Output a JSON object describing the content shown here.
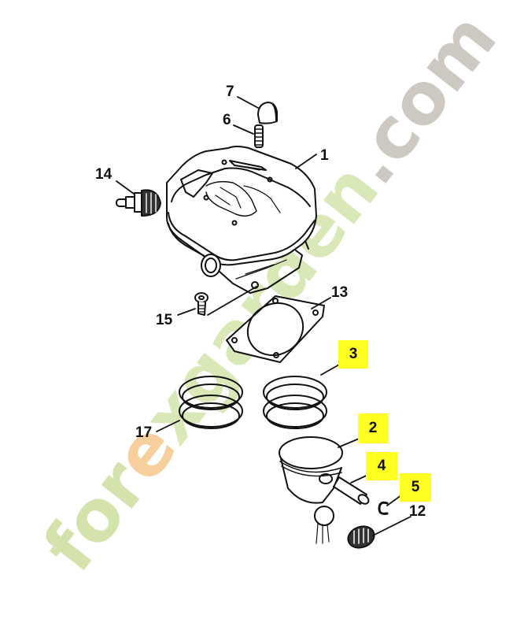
{
  "diagram": {
    "type": "exploded-parts-diagram",
    "subject": "chainsaw cylinder and piston assembly",
    "callouts": [
      {
        "id": "1",
        "part": "cylinder",
        "highlighted": false
      },
      {
        "id": "2",
        "part": "piston",
        "highlighted": true
      },
      {
        "id": "3",
        "part": "piston ring",
        "highlighted": true
      },
      {
        "id": "4",
        "part": "piston pin",
        "highlighted": true
      },
      {
        "id": "5",
        "part": "circlip",
        "highlighted": true
      },
      {
        "id": "6",
        "part": "stud",
        "highlighted": false
      },
      {
        "id": "7",
        "part": "cap",
        "highlighted": false
      },
      {
        "id": "12",
        "part": "needle cage",
        "highlighted": false
      },
      {
        "id": "13",
        "part": "gasket",
        "highlighted": false
      },
      {
        "id": "14",
        "part": "spark plug",
        "highlighted": false
      },
      {
        "id": "15",
        "part": "screw",
        "highlighted": false
      },
      {
        "id": "17",
        "part": "piston ring set",
        "highlighted": false
      }
    ],
    "labels": {
      "c1": "1",
      "c2": "2",
      "c3": "3",
      "c4": "4",
      "c5": "5",
      "c6": "6",
      "c7": "7",
      "c12": "12",
      "c13": "13",
      "c14": "14",
      "c15": "15",
      "c17": "17"
    },
    "highlight_color": "#ffff22",
    "line_color": "#111111"
  },
  "watermark": {
    "part1": "for",
    "part2": "e",
    "part3": "xgarden",
    "part4": ".com",
    "colors": {
      "green": "#cfe0a6",
      "orange": "#f7cc98",
      "gray": "#cbc7c0"
    }
  }
}
